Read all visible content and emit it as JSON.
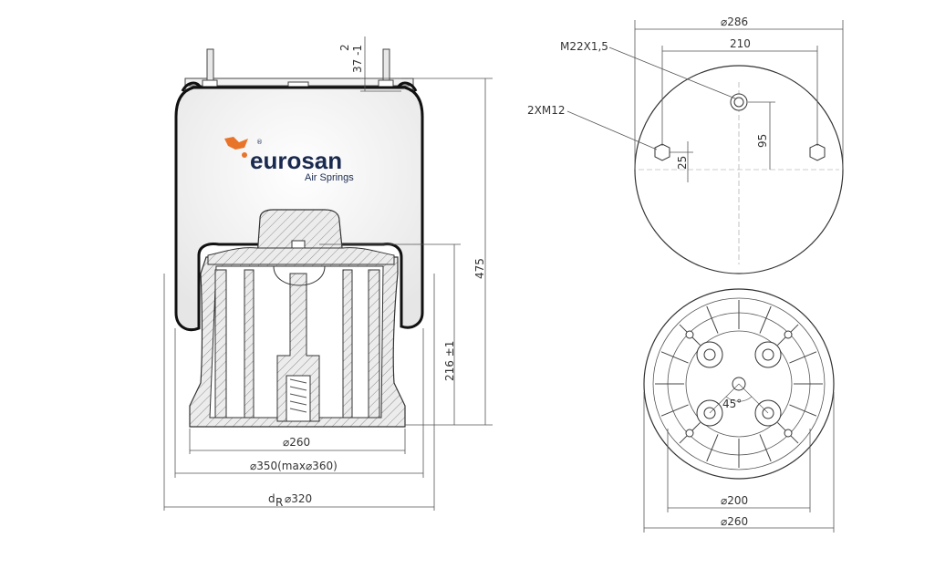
{
  "brand": {
    "name": "eurosan",
    "subtitle": "Air Springs",
    "registered": "®",
    "color": "#1a2a4f",
    "accent": "#e8742a"
  },
  "side_view": {
    "dim_top_small": "2",
    "dim_top_offset": "37 -1",
    "dim_total_height": "475",
    "dim_piston_height": "216 ±1",
    "dim_piston_base": "⌀260",
    "dim_piston_diameter": "⌀350(max⌀360)",
    "dim_rolling": "⌀320",
    "dim_rolling_prefix": "d",
    "dim_rolling_subscript": "R"
  },
  "top_view": {
    "dim_outer": "⌀286",
    "dim_bolt_spacing": "210",
    "label_center_thread": "M22X1,5",
    "label_side_threads": "2XM12",
    "dim_vertical_offset": "95",
    "dim_small_offset": "25"
  },
  "bottom_view": {
    "dim_inner": "⌀200",
    "dim_outer": "⌀260",
    "angle": "45°"
  }
}
